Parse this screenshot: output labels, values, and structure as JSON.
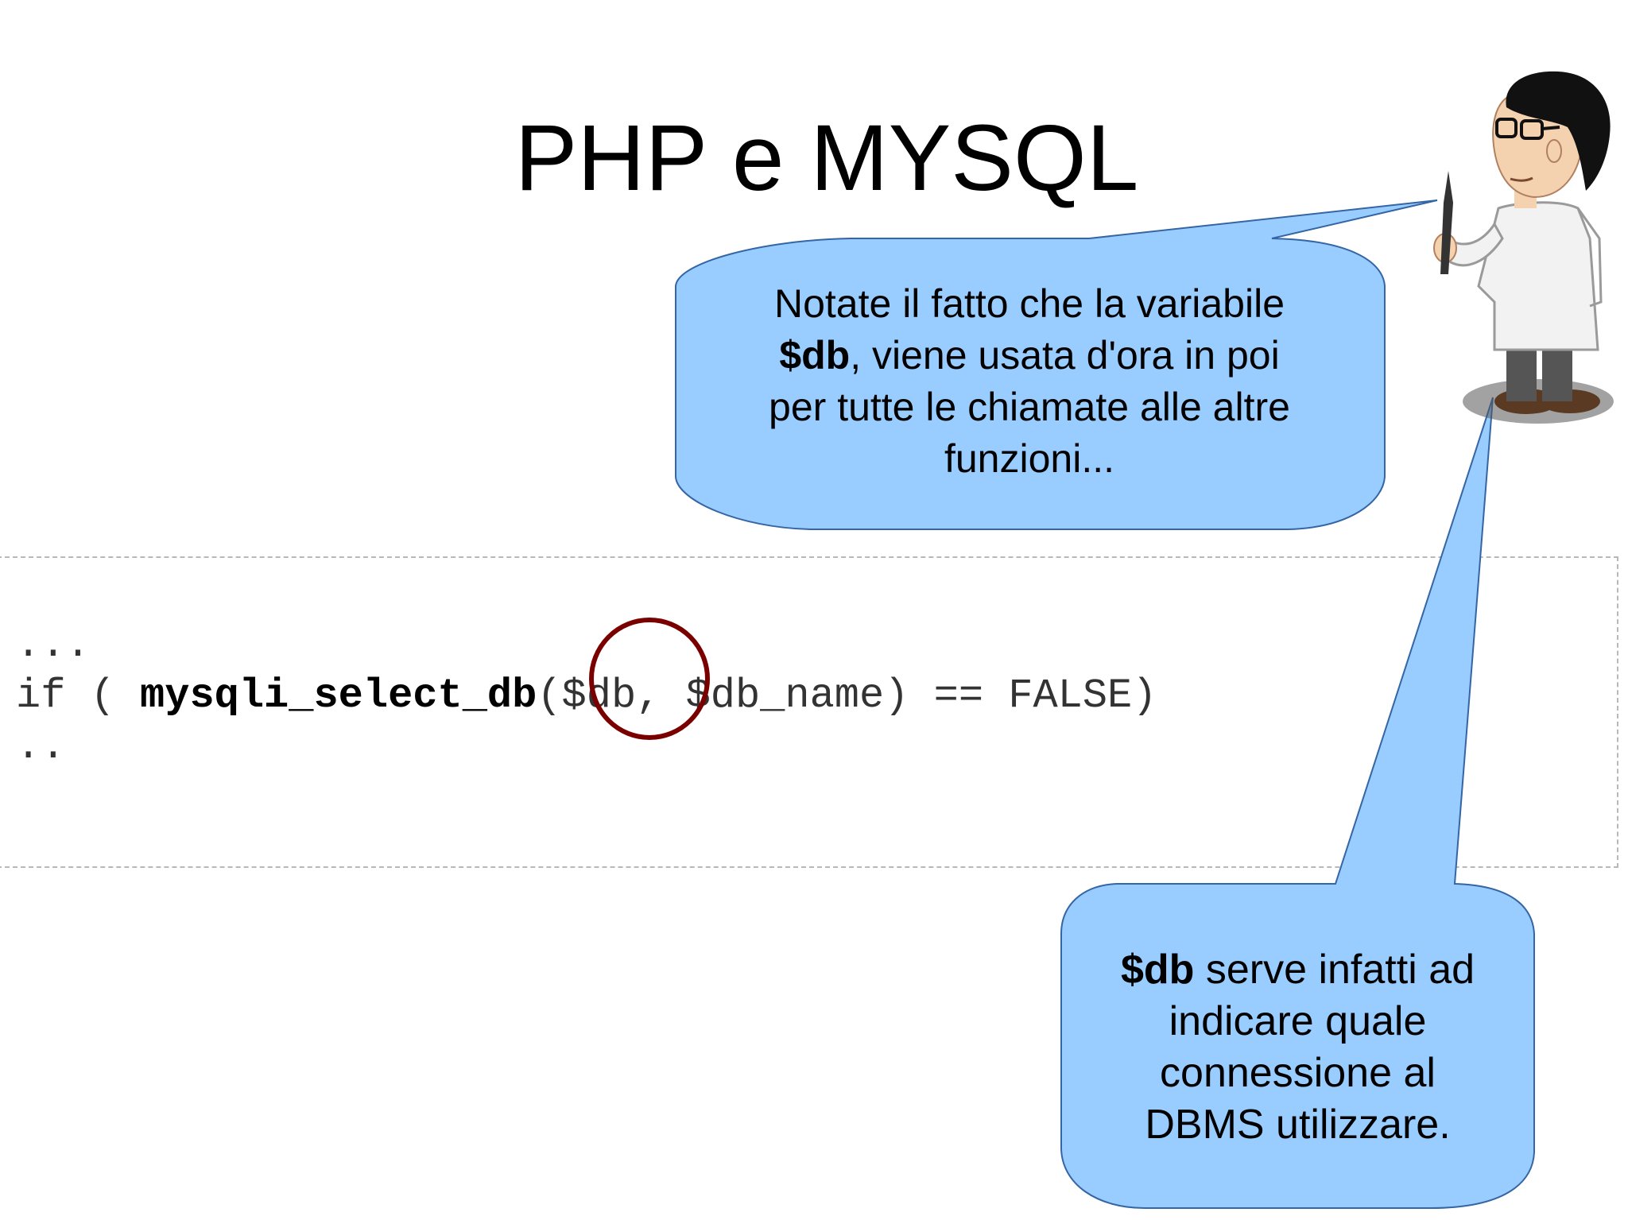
{
  "slide": {
    "title": "PHP e MYSQL"
  },
  "code": {
    "line1": "...",
    "line2_prefix": "if ( ",
    "line2_function": "mysqli_select_db",
    "line2_args_start": "(",
    "line2_arg1": "$db",
    "line2_rest": ", $db_name) == FALSE)",
    "line3": ".."
  },
  "bubble_top": {
    "line1": "Notate il fatto che la variabile",
    "bold": "$db",
    "line2_rest": ", viene usata d'ora in poi",
    "line3": "per tutte le chiamate alle altre",
    "line4": "funzioni..."
  },
  "bubble_bottom": {
    "bold": "$db",
    "line1_rest": " serve infatti ad",
    "line2": "indicare quale",
    "line3": "connessione al",
    "line4": "DBMS utilizzare."
  },
  "colors": {
    "bubble_fill": "#99ccff",
    "bubble_stroke": "#3465a4",
    "circle": "#7a0000"
  }
}
